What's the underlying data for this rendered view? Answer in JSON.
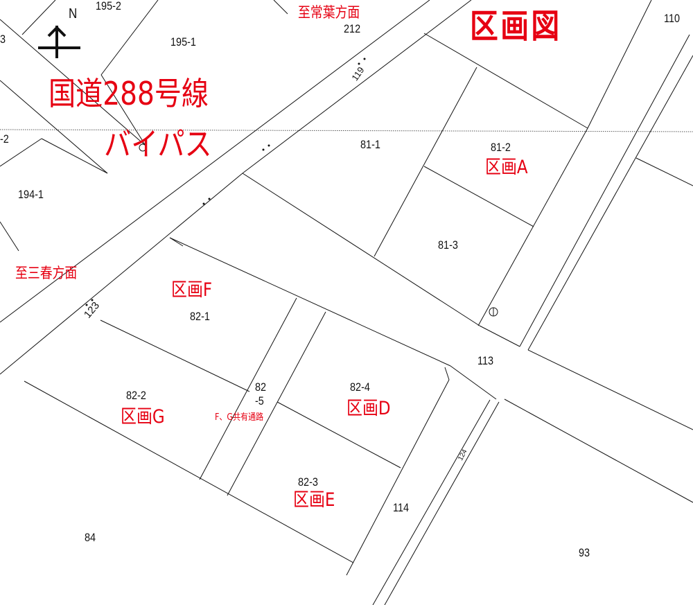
{
  "map": {
    "title": "区画図",
    "road_name_line1": "国道288号線",
    "road_name_line2": "バイパス",
    "direction_north_road": "至常葉方面",
    "direction_south_road": "至三春方面",
    "north_arrow_label": "N",
    "shared_path_note": "F、G共有通路",
    "colors": {
      "accent": "#e60012",
      "line": "#111111",
      "background": "#ffffff"
    }
  },
  "sections": [
    {
      "id": "A",
      "label": "区画A",
      "parcel": "81-2"
    },
    {
      "id": "D",
      "label": "区画D",
      "parcel": "82-4"
    },
    {
      "id": "E",
      "label": "区画E",
      "parcel": "82-3"
    },
    {
      "id": "F",
      "label": "区画F",
      "parcel": "82-1"
    },
    {
      "id": "G",
      "label": "区画G",
      "parcel": "82-2"
    }
  ],
  "parcels": {
    "p195_2": "195-2",
    "p195_1": "195-1",
    "p3": "3",
    "p2": "-2",
    "p194_1": "194-1",
    "p212": "212",
    "p110": "110",
    "p81_1": "81-1",
    "p81_2": "81-2",
    "p81_3": "81-3",
    "p82_1": "82-1",
    "p82_2": "82-2",
    "p82_5a": "82",
    "p82_5b": "-5",
    "p82_4": "82-4",
    "p82_3": "82-3",
    "p113": "113",
    "p114": "114",
    "p84": "84",
    "p93": "93"
  },
  "road_numbers": {
    "r119": "119",
    "r123": "123",
    "r124": "124"
  }
}
